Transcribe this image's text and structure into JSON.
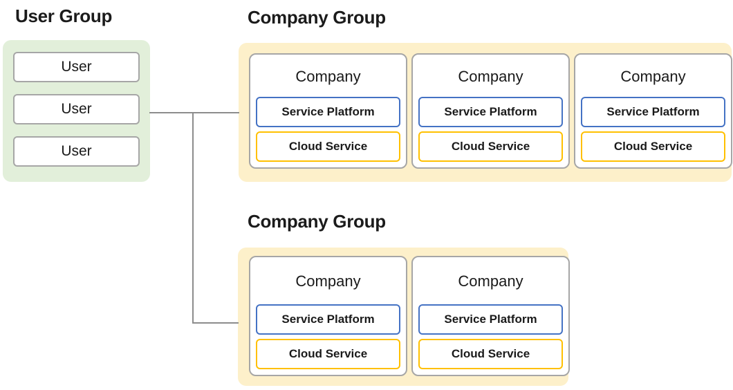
{
  "user_group": {
    "title": "User Group",
    "users": [
      "User",
      "User",
      "User"
    ]
  },
  "company_groups": [
    {
      "title": "Company Group",
      "companies": [
        {
          "name": "Company",
          "boxes": [
            "Service Platform",
            "Cloud Service"
          ]
        },
        {
          "name": "Company",
          "boxes": [
            "Service Platform",
            "Cloud Service"
          ]
        },
        {
          "name": "Company",
          "boxes": [
            "Service Platform",
            "Cloud Service"
          ]
        }
      ]
    },
    {
      "title": "Company Group",
      "companies": [
        {
          "name": "Company",
          "boxes": [
            "Service Platform",
            "Cloud Service"
          ]
        },
        {
          "name": "Company",
          "boxes": [
            "Service Platform",
            "Cloud Service"
          ]
        }
      ]
    }
  ],
  "colors": {
    "user_group_fill": "#E2EFDA",
    "company_group_fill": "#FDF0CA",
    "node_fill": "#FFFFFF",
    "node_border": "#A6A6A6",
    "service_platform_border": "#4472C4",
    "cloud_service_border": "#FFC000",
    "connector": "#8C8C8C",
    "text": "#1A1A1A"
  }
}
